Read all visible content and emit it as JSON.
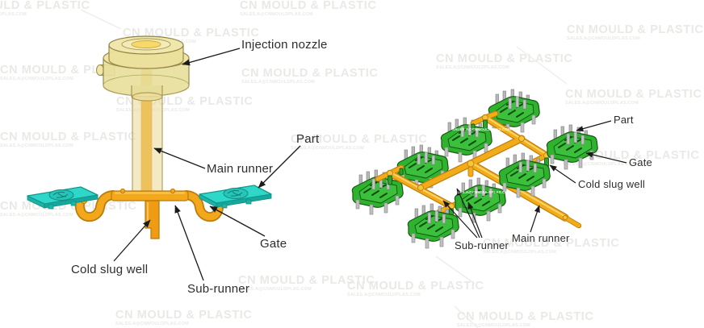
{
  "watermark": {
    "line1": "CN MOULD & PLASTIC",
    "line2": "SALES.A@CNMOULDPLAS.COM"
  },
  "left_diagram": {
    "labels": {
      "injection_nozzle": "Injection nozzle",
      "part": "Part",
      "main_runner": "Main runner",
      "gate": "Gate",
      "cold_slug_well": "Cold slug well",
      "sub_runner": "Sub-runner"
    }
  },
  "right_diagram": {
    "labels": {
      "part": "Part",
      "gate": "Gate",
      "cold_slug_well": "Cold slug well",
      "main_runner": "Main runner",
      "sub_runner": "Sub-runner"
    }
  },
  "colors": {
    "background": "#ffffff",
    "label_text": "#2d2d2d",
    "arrow": "#1a1a1a",
    "nozzle_body": "#e8de9c",
    "nozzle_outline": "#97894a",
    "runner_orange": "#f2a818",
    "runner_orange_dark": "#b97c0e",
    "runner_yellow": "#f2ac17",
    "runner_yellow_dark": "#c07f10",
    "part_cyan": "#2fd7c9",
    "part_cyan_dark": "#12978d",
    "part_green": "#2fb32f",
    "part_green_dark": "#135c13",
    "pin_gray": "#b8b8b8",
    "watermark_gray": "#e9e9e6"
  }
}
